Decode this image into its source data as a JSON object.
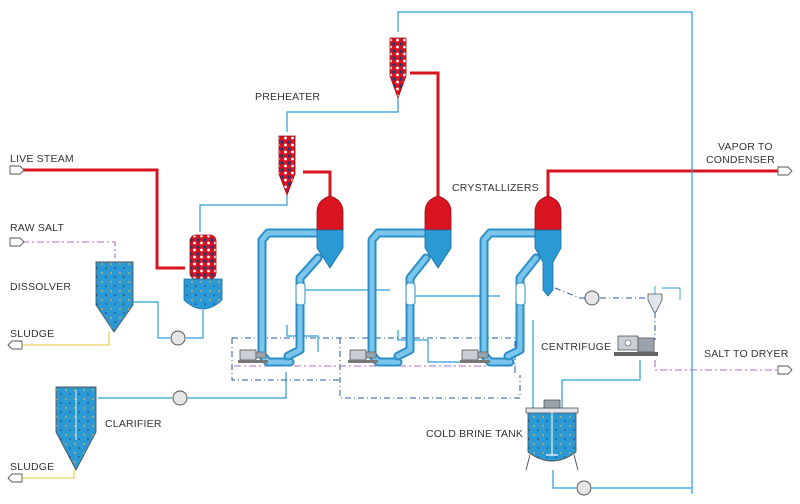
{
  "labels": {
    "preheater": "PREHEATER",
    "live_steam": "LIVE STEAM",
    "raw_salt": "RAW SALT",
    "dissolver": "DISSOLVER",
    "sludge_top": "SLUDGE",
    "clarifier": "CLARIFIER",
    "sludge_bottom": "SLUDGE",
    "crystallizers": "CRYSTALLIZERS",
    "vapor_to_condenser_line1": "VAPOR TO",
    "vapor_to_condenser_line2": "CONDENSER",
    "centrifuge": "CENTRIFUGE",
    "salt_to_dryer": "SALT TO DRYER",
    "cold_brine_tank": "COLD BRINE TANK"
  },
  "colors": {
    "steam": "#d9131f",
    "brine": "#2a9ed6",
    "dilute_line": "#1e5aa8",
    "salt_line": "#b06ac7",
    "sludge_line": "#e7c93a"
  }
}
